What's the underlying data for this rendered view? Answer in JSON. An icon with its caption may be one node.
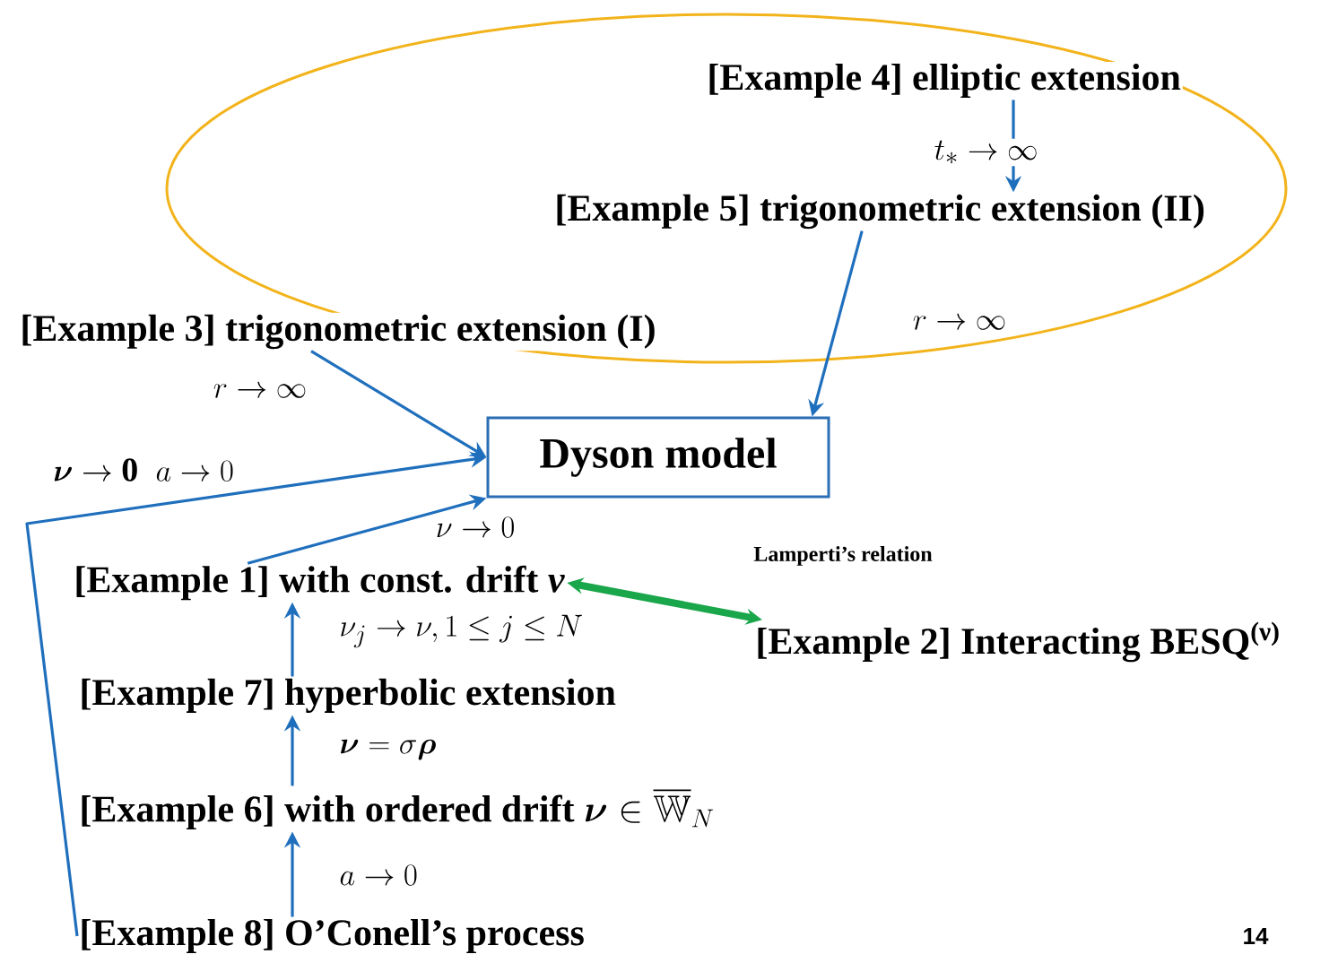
{
  "diagram": {
    "nodes": [
      {
        "text": [
          "[Example 4] elliptic extension"
        ]
      },
      {
        "text": [
          "[Example 5] trigonometric extension (II)"
        ]
      },
      {
        "text": [
          "[Example 3] trigonometric extension (I)"
        ]
      },
      {
        "text": [
          "Dyson model"
        ]
      },
      {
        "text": [
          "[Example 1] with const. drift *ν*"
        ]
      },
      {
        "text": [
          "[Example 2] Interacting BESQ$^{(ν)}$"
        ]
      },
      {
        "text": [
          "[Example 7] hyperbolic extension"
        ]
      },
      {
        "text": [
          "\\text{[Example 6] with ordered drift }\\boldsymbol{\\nu}\\in\\overline{\\mathbb{W}}_N"
        ]
      },
      {
        "text": [
          "[Example 8] O’Conell’s process"
        ]
      }
    ],
    "edges": [
      {
        "from": 0,
        "to": 1,
        "arrow": "to",
        "label": "t_*\\to\\infty"
      },
      {
        "from": 1,
        "to": 3,
        "arrow": "to",
        "label": "r\\to\\infty"
      },
      {
        "from": 2,
        "to": 3,
        "arrow": "to",
        "label": "r\\to\\infty"
      },
      {
        "from": 8,
        "to": 3,
        "arrow": "to",
        "label": "\\boldsymbol{\\nu}\\to\\mathbf{0}\\;\\; a\\to 0"
      },
      {
        "from": 4,
        "to": 3,
        "arrow": "to",
        "label": "\\nu\\to 0"
      },
      {
        "from": 4,
        "to": 5,
        "arrow": "both",
        "label": "Lamperti’s relation",
        "style": "thick",
        "color": "#1aa64a"
      },
      {
        "from": 6,
        "to": 4,
        "arrow": "to",
        "label": "\\nu_j\\to\\nu, 1\\le j\\le N"
      },
      {
        "from": 7,
        "to": 6,
        "arrow": "to",
        "label": "\\boldsymbol{\\nu}=\\sigma\\boldsymbol{\\rho}"
      },
      {
        "from": 8,
        "to": 7,
        "arrow": "to",
        "label": "a\\to 0"
      }
    ],
    "labels": [
      "14"
    ]
  }
}
